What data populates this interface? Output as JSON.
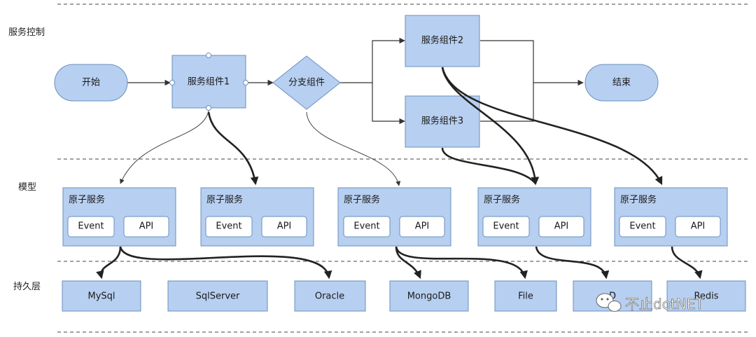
{
  "layers": {
    "control": "服务控制",
    "model": "模型",
    "persistence": "持久层"
  },
  "flow": {
    "start": "开始",
    "component1": "服务组件1",
    "branch": "分支组件",
    "component2": "服务组件2",
    "component3": "服务组件3",
    "end": "结束"
  },
  "atomic_services": [
    {
      "title": "原子服务",
      "event": "Event",
      "api": "API"
    },
    {
      "title": "原子服务",
      "event": "Event",
      "api": "API"
    },
    {
      "title": "原子服务",
      "event": "Event",
      "api": "API"
    },
    {
      "title": "原子服务",
      "event": "Event",
      "api": "API"
    },
    {
      "title": "原子服务",
      "event": "Event",
      "api": "API"
    }
  ],
  "stores": [
    "MySql",
    "SqlServer",
    "Oracle",
    "MongoDB",
    "File",
    "D",
    "Redis"
  ],
  "watermark": "不止dotNET",
  "colors": {
    "box_fill": "#b7cff0",
    "box_stroke": "#6a8fbf"
  }
}
